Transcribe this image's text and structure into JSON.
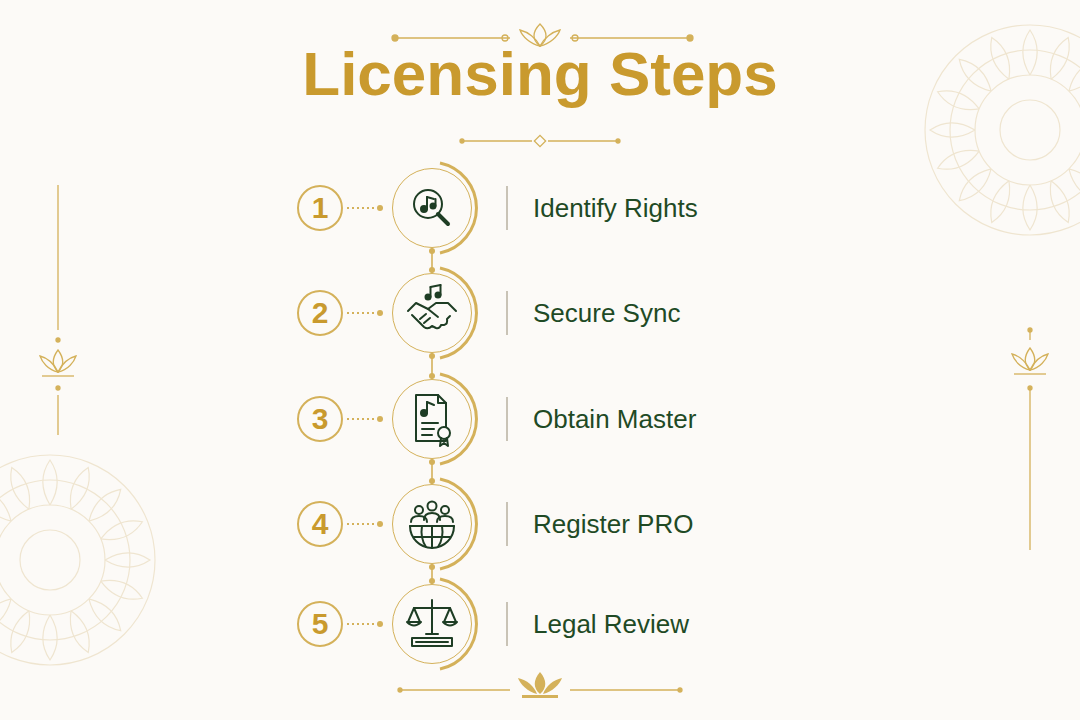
{
  "diagram": {
    "title": "Licensing Steps",
    "nodes": [
      {
        "text": [
          "Identify Rights"
        ]
      },
      {
        "text": [
          "Secure Sync"
        ]
      },
      {
        "text": [
          "Obtain Master"
        ]
      },
      {
        "text": [
          "Register PRO"
        ]
      },
      {
        "text": [
          "Legal Review"
        ]
      }
    ],
    "edges": [
      {
        "from": 0,
        "to": 1,
        "arrow": "none"
      },
      {
        "from": 1,
        "to": 2,
        "arrow": "none"
      },
      {
        "from": 2,
        "to": 3,
        "arrow": "none"
      },
      {
        "from": 3,
        "to": 4,
        "arrow": "none"
      }
    ],
    "labels": [
      "1",
      "2",
      "3",
      "4",
      "5"
    ]
  }
}
